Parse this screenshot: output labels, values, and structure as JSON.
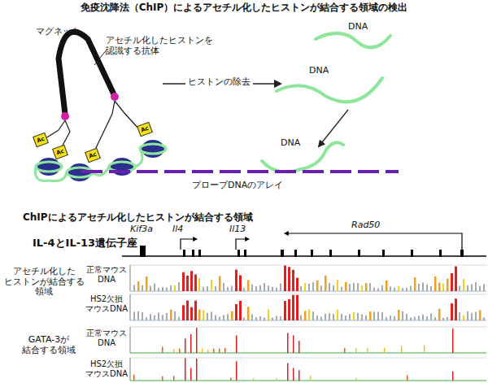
{
  "diagram": {
    "title": "免疫沈降法（ChIP）によるアセチル化したヒストンが結合する領域の検出",
    "nodes": [
      {
        "text": [
          "Ac"
        ]
      },
      {
        "text": [
          "Ac"
        ]
      },
      {
        "text": [
          "Ac"
        ]
      },
      {
        "text": [
          "Ac"
        ]
      }
    ],
    "labels": [
      "マグネット",
      "アセチル化したヒストンを 認識する抗体",
      "ヒストンの除去",
      "DNA",
      "DNA",
      "DNA",
      "プローブDNAのアレイ",
      "ChIPによるアセチル化したヒストンが結合する領域",
      "IL-4とIL-13遺伝子座",
      "Kif3a",
      "Il4",
      "Il13",
      "Rad50",
      "アセチル化した ヒストンが結合する 領域",
      "正常マウス DNA",
      "HS2欠損 マウスDNA",
      "GATA-3が 結合する領域",
      "正常マウス DNA",
      "HS2欠損 マウスDNA"
    ]
  }
}
